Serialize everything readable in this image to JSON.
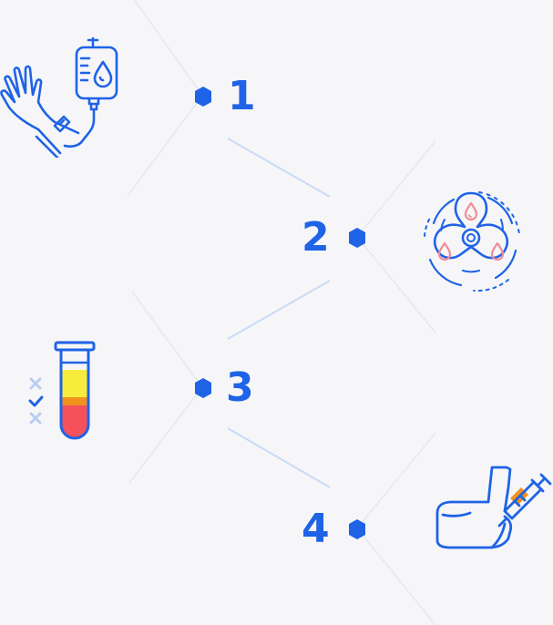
{
  "colors": {
    "accent": "#1f63e6",
    "connector": "#c9daf5",
    "blood_red": "#f4515d",
    "plasma_yellow": "#f7ec3b",
    "buffy_orange": "#f0921e",
    "tint_light": "#b9cdf3",
    "drop_pink": "#f08c97"
  },
  "steps": [
    {
      "number": "1",
      "icon": "iv-drip-arm-icon"
    },
    {
      "number": "2",
      "icon": "centrifuge-icon"
    },
    {
      "number": "3",
      "icon": "test-tube-checklist-icon"
    },
    {
      "number": "4",
      "icon": "syringe-injection-elbow-icon"
    }
  ]
}
